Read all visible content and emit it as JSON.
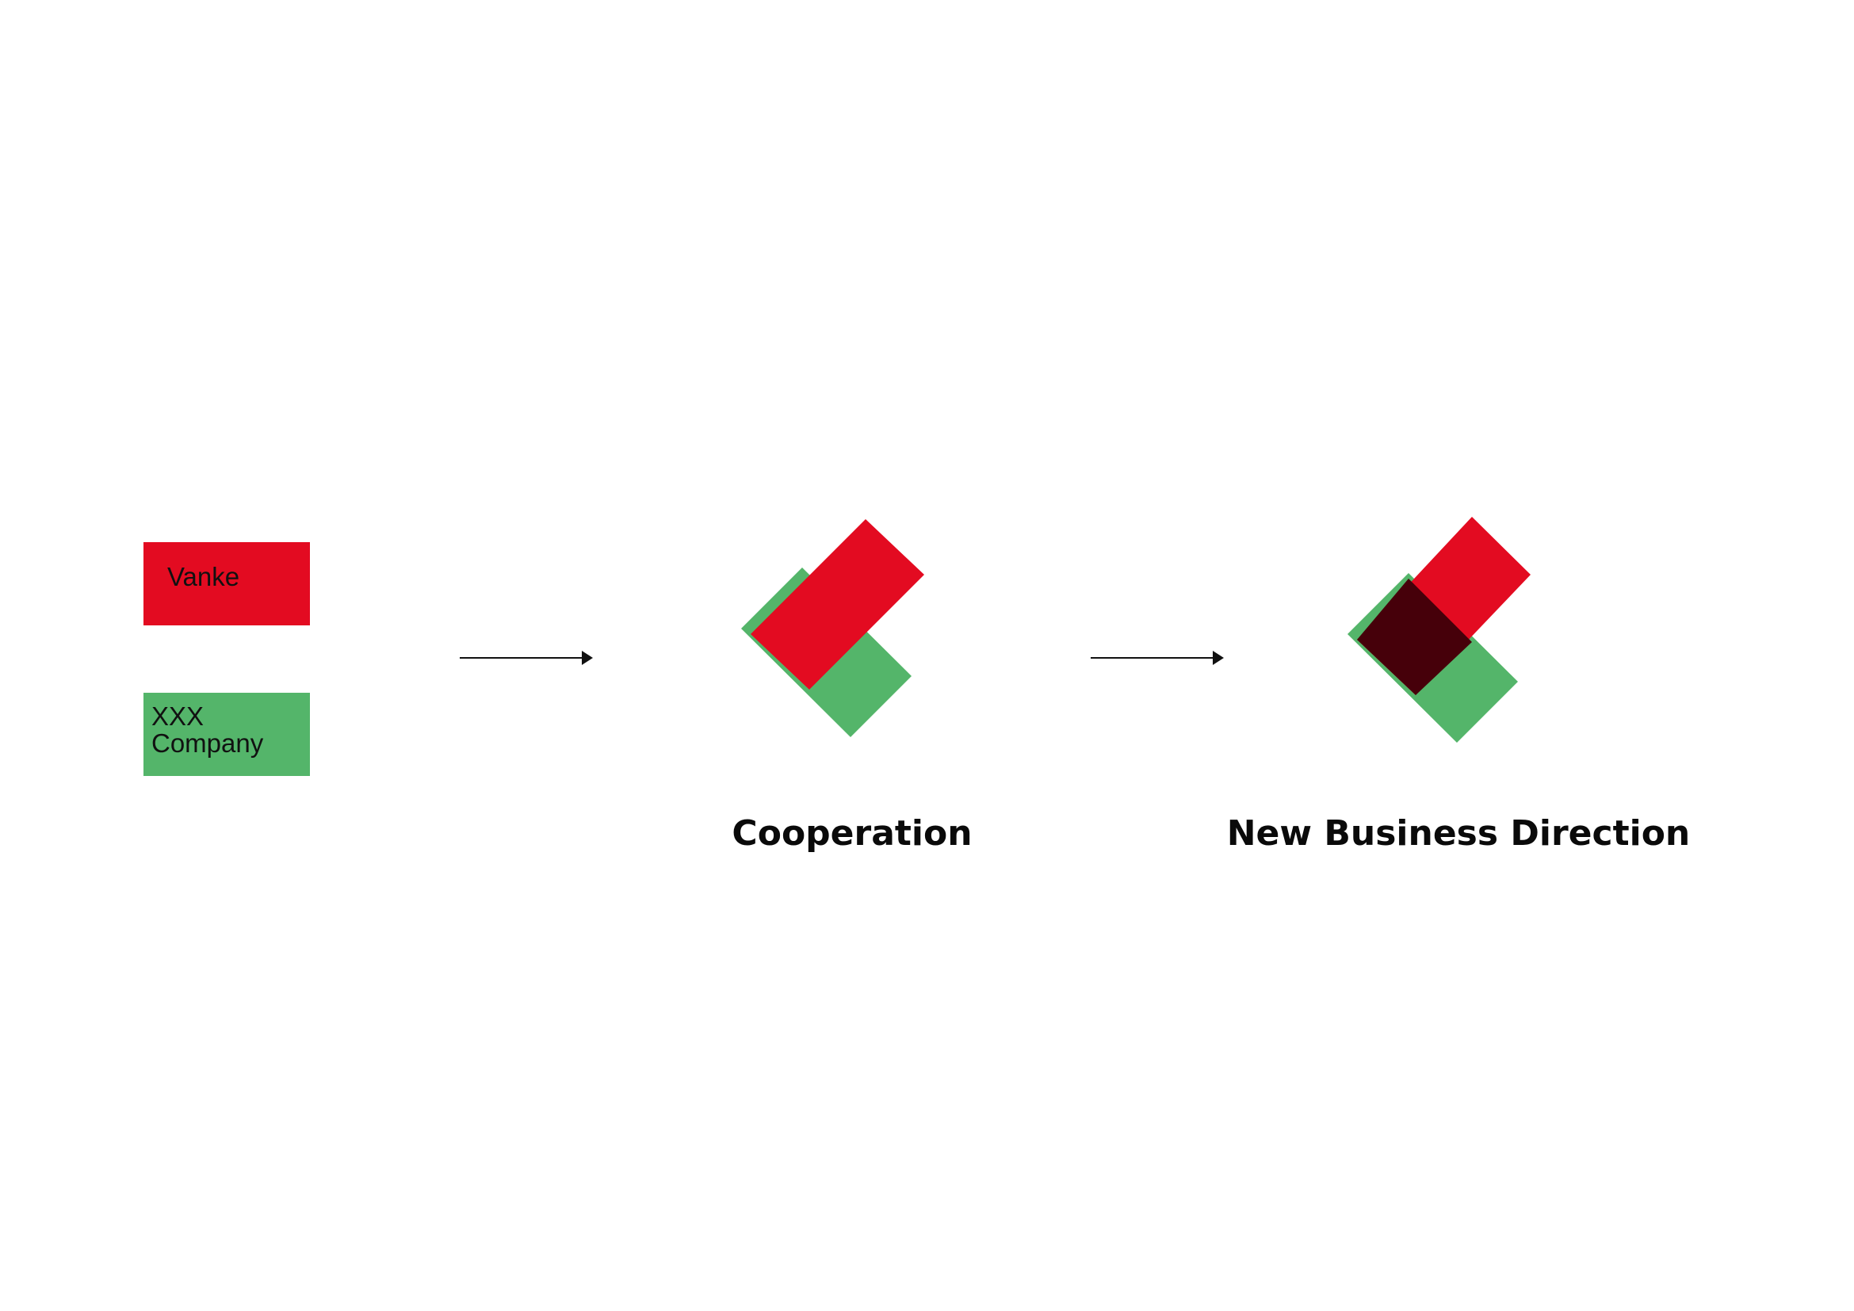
{
  "source_boxes": {
    "vanke": {
      "label": "Vanke",
      "color": "#e30b21"
    },
    "partner": {
      "label": "XXX\nCompany",
      "color": "#54b56a"
    }
  },
  "stages": [
    {
      "caption": "Cooperation"
    },
    {
      "caption": "New Business Direction"
    }
  ],
  "colors": {
    "red": "#e30b21",
    "green": "#54b56a",
    "overlap": "#46000a",
    "arrow": "#111111"
  },
  "icons": {
    "arrow": "right-arrow",
    "logo": "overlapping-squares-logo"
  }
}
